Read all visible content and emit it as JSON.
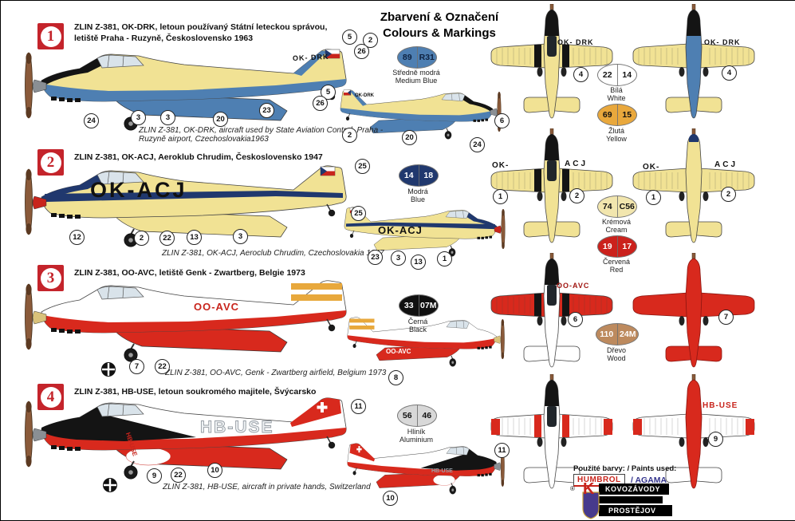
{
  "page": {
    "title_cs": "Zbarvení & Označení",
    "title_en": "Colours & Markings"
  },
  "colors": {
    "aircraft_yellow": "#F1E294",
    "medium_blue": "#4E7FB2",
    "navy": "#20386E",
    "black": "#141414",
    "white": "#FFFFFF",
    "red": "#D8291D",
    "orange_band": "#E8A83C",
    "glass": "#D9E3EA",
    "spinner_gray": "#8A8F94",
    "spinner_red": "#C8241C",
    "spinner_cream": "#D9C27A",
    "prop_wood": "#8A5A3A"
  },
  "schemes": [
    {
      "number": "1",
      "header": "ZLIN Z-381, OK-DRK, letoun používaný Státní leteckou správou, letiště Praha - Ruzyně, Československo 1963",
      "caption": "ZLIN Z-381, OK-DRK, aircraft used by State Aviation Control,  Praha - Ruzyně airport, Czechoslovakia1963",
      "reg": "OK-DRK",
      "reg_fin": "OK- DRK",
      "main_callouts": [
        "5",
        "2",
        "26",
        "24",
        "3",
        "3",
        "20",
        "23"
      ],
      "small_callouts": [
        "5",
        "26",
        "2",
        "20",
        "24",
        "6"
      ]
    },
    {
      "number": "2",
      "header": "ZLIN Z-381, OK-ACJ, Aeroklub Chrudim, Československo 1947",
      "caption": "ZLIN Z-381, OK-ACJ, Aeroclub Chrudim, Czechoslovakia 1947",
      "reg": "OK-ACJ",
      "reg_l": "OK-",
      "reg_r": "ACJ",
      "main_callouts": [
        "25",
        "12",
        "2",
        "22",
        "13",
        "3"
      ],
      "small_callouts": [
        "25",
        "23",
        "3",
        "13",
        "1"
      ]
    },
    {
      "number": "3",
      "header": "ZLIN Z-381, OO-AVC, letiště Genk - Zwartberg, Belgie 1973",
      "caption": "ZLIN Z-381, OO-AVC, Genk - Zwartberg airfield, Belgium 1973",
      "reg": "OO-AVC",
      "main_callouts": [
        "7",
        "22"
      ],
      "small_callouts": [
        "8"
      ]
    },
    {
      "number": "4",
      "header": "ZLIN Z-381, HB-USE, letoun soukromého majitele, Švýcarsko",
      "caption": "ZLIN Z-381, HB-USE, aircraft in private hands, Switzerland",
      "reg": "HB-USE",
      "main_callouts": [
        "11",
        "9",
        "22",
        "10"
      ],
      "small_callouts": [
        "11",
        "10"
      ]
    }
  ],
  "paints": [
    {
      "code_a": "89",
      "code_b": "R31",
      "cs": "Středně modrá",
      "en": "Medium Blue",
      "color": "#4E7FB2",
      "fg": "#0E2240"
    },
    {
      "code_a": "14",
      "code_b": "18",
      "cs": "Modrá",
      "en": "Blue",
      "color": "#20386E",
      "fg": "#FFFFFF"
    },
    {
      "code_a": "33",
      "code_b": "07M",
      "cs": "Černá",
      "en": "Black",
      "color": "#101010",
      "fg": "#FFFFFF"
    },
    {
      "code_a": "56",
      "code_b": "46",
      "cs": "Hliník",
      "en": "Aluminium",
      "color": "#D8D8D8",
      "fg": "#111111"
    },
    {
      "code_a": "22",
      "code_b": "14",
      "cs": "Bílá",
      "en": "White",
      "color": "#FFFFFF",
      "fg": "#111111"
    },
    {
      "code_a": "69",
      "code_b": "15",
      "cs": "Žlutá",
      "en": "Yellow",
      "color": "#E9A83C",
      "fg": "#111111"
    },
    {
      "code_a": "74",
      "code_b": "C56",
      "cs": "Krémová",
      "en": "Cream",
      "color": "#F2E6AE",
      "fg": "#111111"
    },
    {
      "code_a": "19",
      "code_b": "17",
      "cs": "Červená",
      "en": "Red",
      "color": "#CB211C",
      "fg": "#FFFFFF"
    },
    {
      "code_a": "110",
      "code_b": "24M",
      "cs": "Dřevo",
      "en": "Wood",
      "color": "#BD8A5E",
      "fg": "#FFFFFF"
    }
  ],
  "topviews": {
    "row1": {
      "co_l": "4",
      "co_r": "4"
    },
    "row2": {
      "co_l1": "1",
      "co_l2": "2",
      "co_r1": "1",
      "co_r2": "2"
    },
    "row3": {
      "co_l": "6",
      "co_r": "7"
    },
    "row4": {
      "co_r": "9"
    }
  },
  "footer": {
    "label": "Použité barvy: / Paints used:",
    "humbrol": "HUMBROL",
    "agama": "/ AGAMA",
    "kp_line1": "KOVOZÁVODY",
    "kp_line2": "PROSTĚJOV",
    "kp_letter": "K",
    "reg_mark": "®"
  }
}
